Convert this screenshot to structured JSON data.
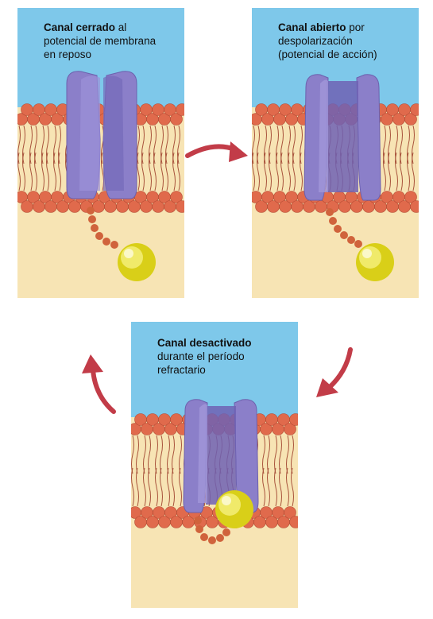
{
  "panels": [
    {
      "id": "closed",
      "bold": "Canal cerrado",
      "line1_rest": " al",
      "line2": "potencial de membrana",
      "line3": "en reposo"
    },
    {
      "id": "open",
      "bold": "Canal abierto",
      "line1_rest": " por",
      "line2": "despolarización",
      "line3": "(potencial de acción)"
    },
    {
      "id": "inactivated",
      "bold": "Canal desactivado",
      "line1_rest": "",
      "line2": "durante el período",
      "line3": "refractario"
    }
  ],
  "colors": {
    "extracellular": "#7ec8ea",
    "intracellular": "#f7e4b4",
    "lipid_head": "#e06a4c",
    "channel": "#8b7fc9",
    "ball": "#e6de2c",
    "arrow": "#c23c48"
  }
}
